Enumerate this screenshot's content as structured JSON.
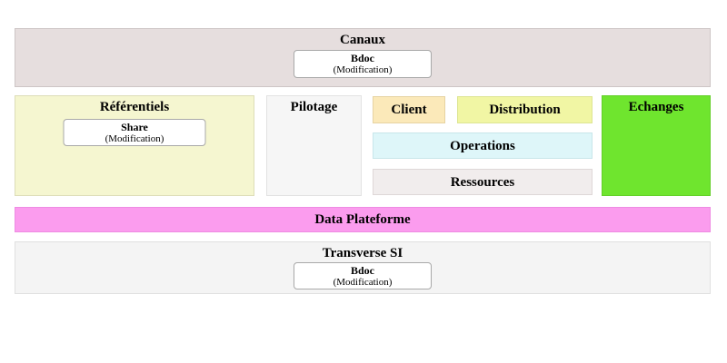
{
  "diagram": {
    "canaux": {
      "title": "Canaux",
      "bg": "#e6dede",
      "box": {
        "title": "Bdoc",
        "subtitle": "(Modification)"
      }
    },
    "referentiels": {
      "title": "Référentiels",
      "bg": "#f5f6d0",
      "box": {
        "title": "Share",
        "subtitle": "(Modification)"
      }
    },
    "pilotage": {
      "title": "Pilotage",
      "bg": "#f6f6f6"
    },
    "client": {
      "title": "Client",
      "bg": "#fbe9b9"
    },
    "distribution": {
      "title": "Distribution",
      "bg": "#f1f6a4"
    },
    "operations": {
      "title": "Operations",
      "bg": "#def6f9"
    },
    "ressources": {
      "title": "Ressources",
      "bg": "#f1eded"
    },
    "echanges": {
      "title": "Echanges",
      "bg": "#6fe52e"
    },
    "data_plateforme": {
      "title": "Data Plateforme",
      "bg": "#fb9cee"
    },
    "transverse": {
      "title": "Transverse SI",
      "bg": "#f4f4f4",
      "box": {
        "title": "Bdoc",
        "subtitle": "(Modification)"
      }
    }
  }
}
